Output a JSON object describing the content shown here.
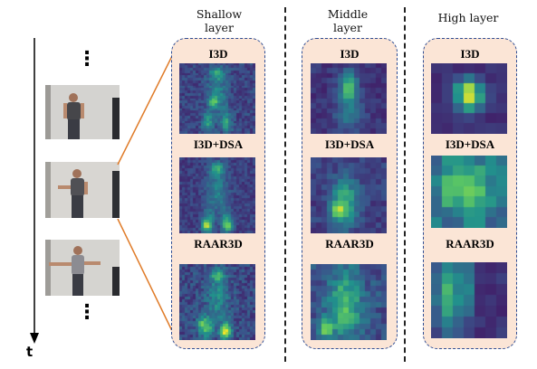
{
  "columns": [
    {
      "title_line1": "Shallow",
      "title_line2": "layer"
    },
    {
      "title_line1": "Middle",
      "title_line2": "layer"
    },
    {
      "title_line1": "High layer",
      "title_line2": ""
    }
  ],
  "model_labels": [
    "I3D",
    "I3D+DSA",
    "RAAR3D"
  ],
  "axis": {
    "time_label": "t"
  },
  "ellipsis": "⋮",
  "colors": {
    "panel_fill": "#fbe5d6",
    "panel_border": "#2f4e95",
    "connector": "#e07b28",
    "heat_low": "#440154",
    "heat_high": "#fde725"
  }
}
